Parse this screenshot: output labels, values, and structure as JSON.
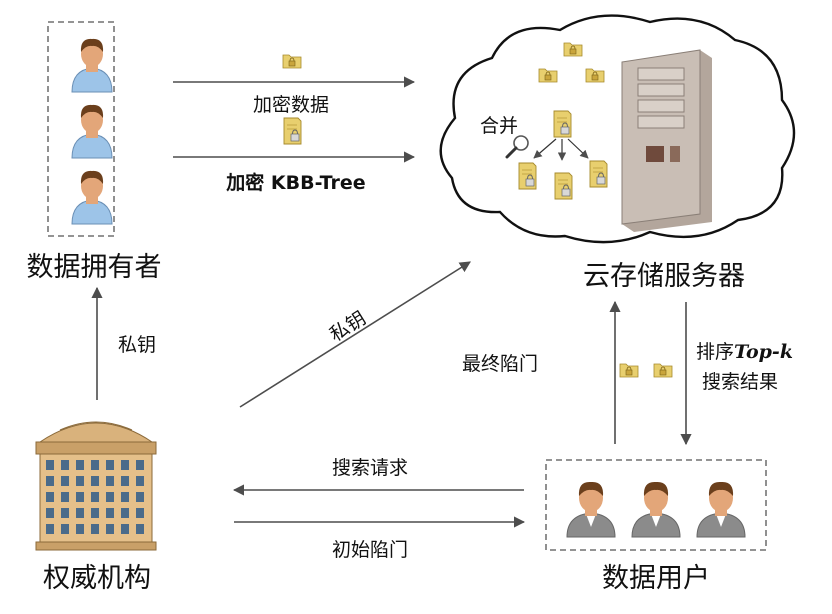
{
  "nodes": {
    "data_owner": "数据拥有者",
    "cloud_server": "云存储服务器",
    "authority": "权威机构",
    "data_user": "数据用户"
  },
  "edges": {
    "encrypted_data": "加密数据",
    "encrypted_index": "加密 KBB-Tree",
    "private_key_owner": "私钥",
    "private_key_cloud": "私钥",
    "final_trapdoor": "最终陷门",
    "search_request": "搜索请求",
    "initial_trapdoor": "初始陷门",
    "topk_prefix": "排序",
    "topk_em": "Top-k",
    "topk_line2": "搜索结果"
  },
  "cloud": {
    "merge": "合并"
  },
  "colors": {
    "arrow": "#4d4d4d",
    "dash_box": "#555555",
    "folder": "#e8cf6e",
    "server_body": "#c9beb5",
    "skin": "#e3a679",
    "hair": "#6b3f1c",
    "owner_shirt": "#9dc4e8",
    "user_shirt": "#8b8b8b",
    "building": "#e5c08a"
  }
}
